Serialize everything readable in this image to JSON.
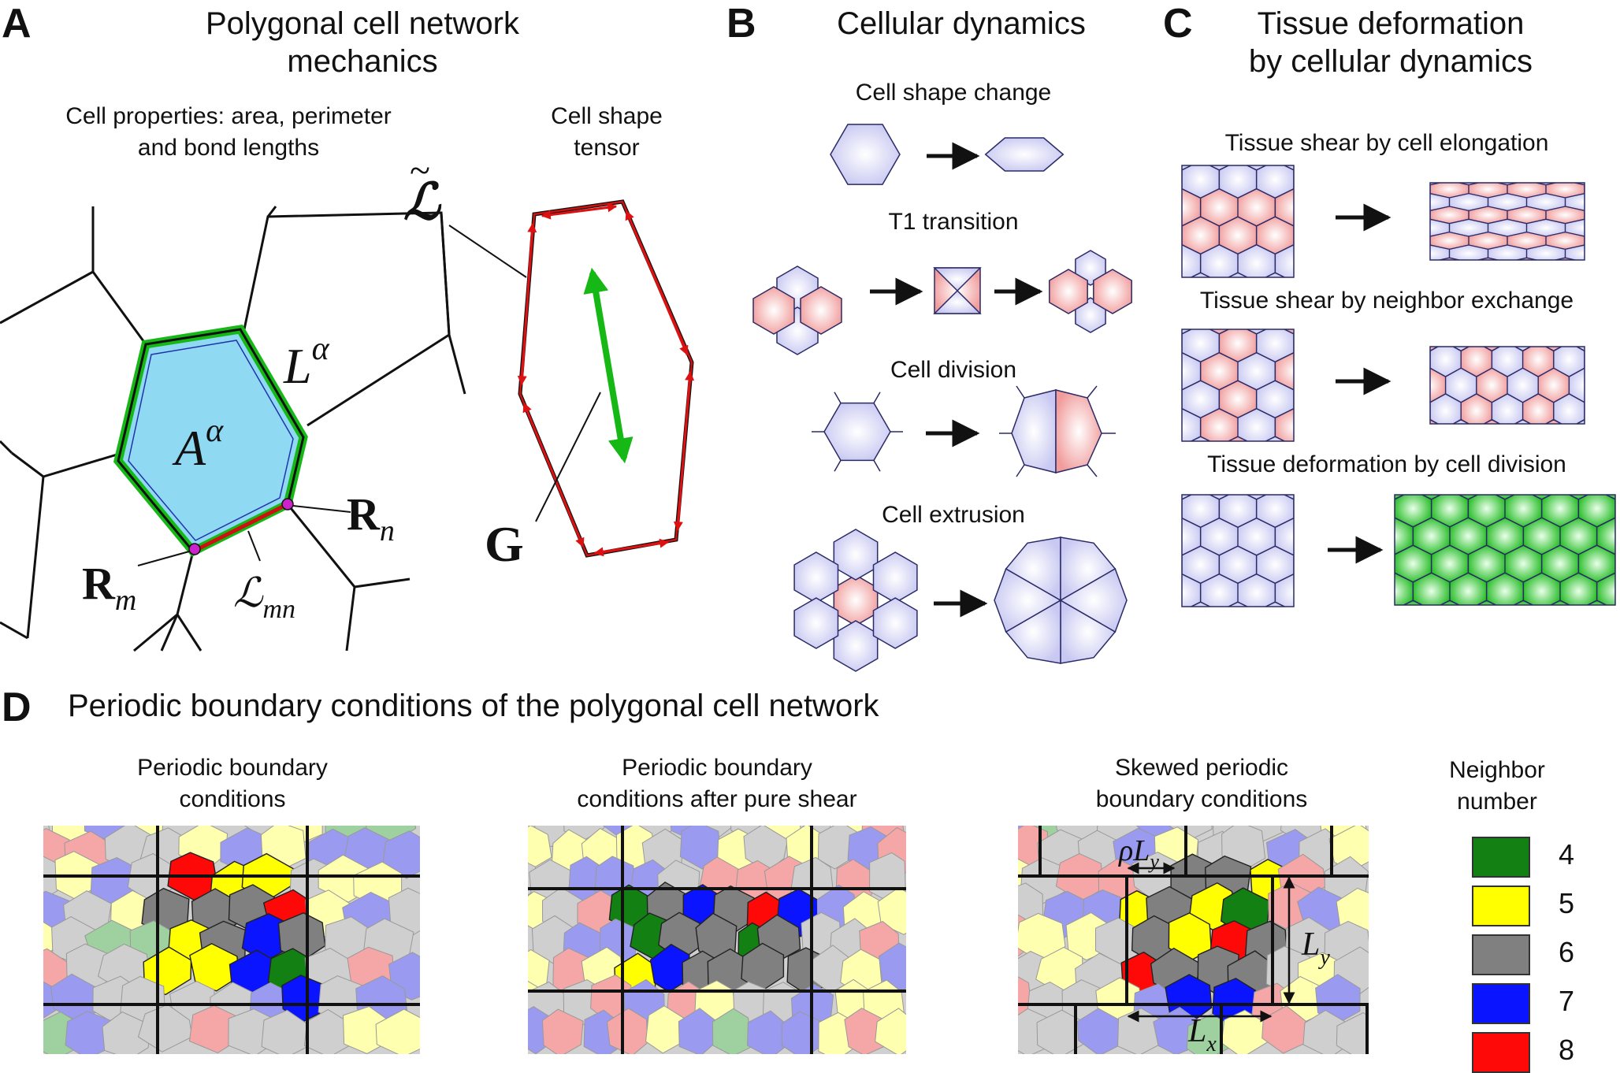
{
  "panelA": {
    "letter": "A",
    "title_line1": "Polygonal cell network",
    "title_line2": "mechanics",
    "sub1_line1": "Cell properties: area, perimeter",
    "sub1_line2": "and bond lengths",
    "sub2_line1": "Cell shape",
    "sub2_line2": "tensor"
  },
  "panelB": {
    "letter": "B",
    "title": "Cellular dynamics",
    "items": [
      "Cell shape change",
      "T1 transition",
      "Cell division",
      "Cell extrusion"
    ]
  },
  "panelC": {
    "letter": "C",
    "title_line1": "Tissue deformation",
    "title_line2": "by cellular dynamics",
    "items": [
      "Tissue shear by cell elongation",
      "Tissue shear by neighbor exchange",
      "Tissue deformation by cell division"
    ]
  },
  "panelD": {
    "letter": "D",
    "title": "Periodic boundary conditions of the polygonal cell network",
    "captions": [
      [
        "Periodic boundary",
        "conditions"
      ],
      [
        "Periodic boundary",
        "conditions after pure shear"
      ],
      [
        "Skewed periodic",
        "boundary conditions"
      ]
    ]
  },
  "legend": {
    "title_line1": "Neighbor",
    "title_line2": "number",
    "entries": [
      {
        "label": "4",
        "color": "#138013"
      },
      {
        "label": "5",
        "color": "#ffff00"
      },
      {
        "label": "6",
        "color": "#808080"
      },
      {
        "label": "7",
        "color": "#0a14ff"
      },
      {
        "label": "8",
        "color": "#ff0808"
      }
    ]
  },
  "colors": {
    "cell_blue": "#8fd9f3",
    "cell_pink": "#f5aaaa",
    "cell_lavender": "#dcdcf7",
    "bond_green": "#1bb31b",
    "bond_red": "#cc1111",
    "tissue_green": "#2fcc2f"
  }
}
